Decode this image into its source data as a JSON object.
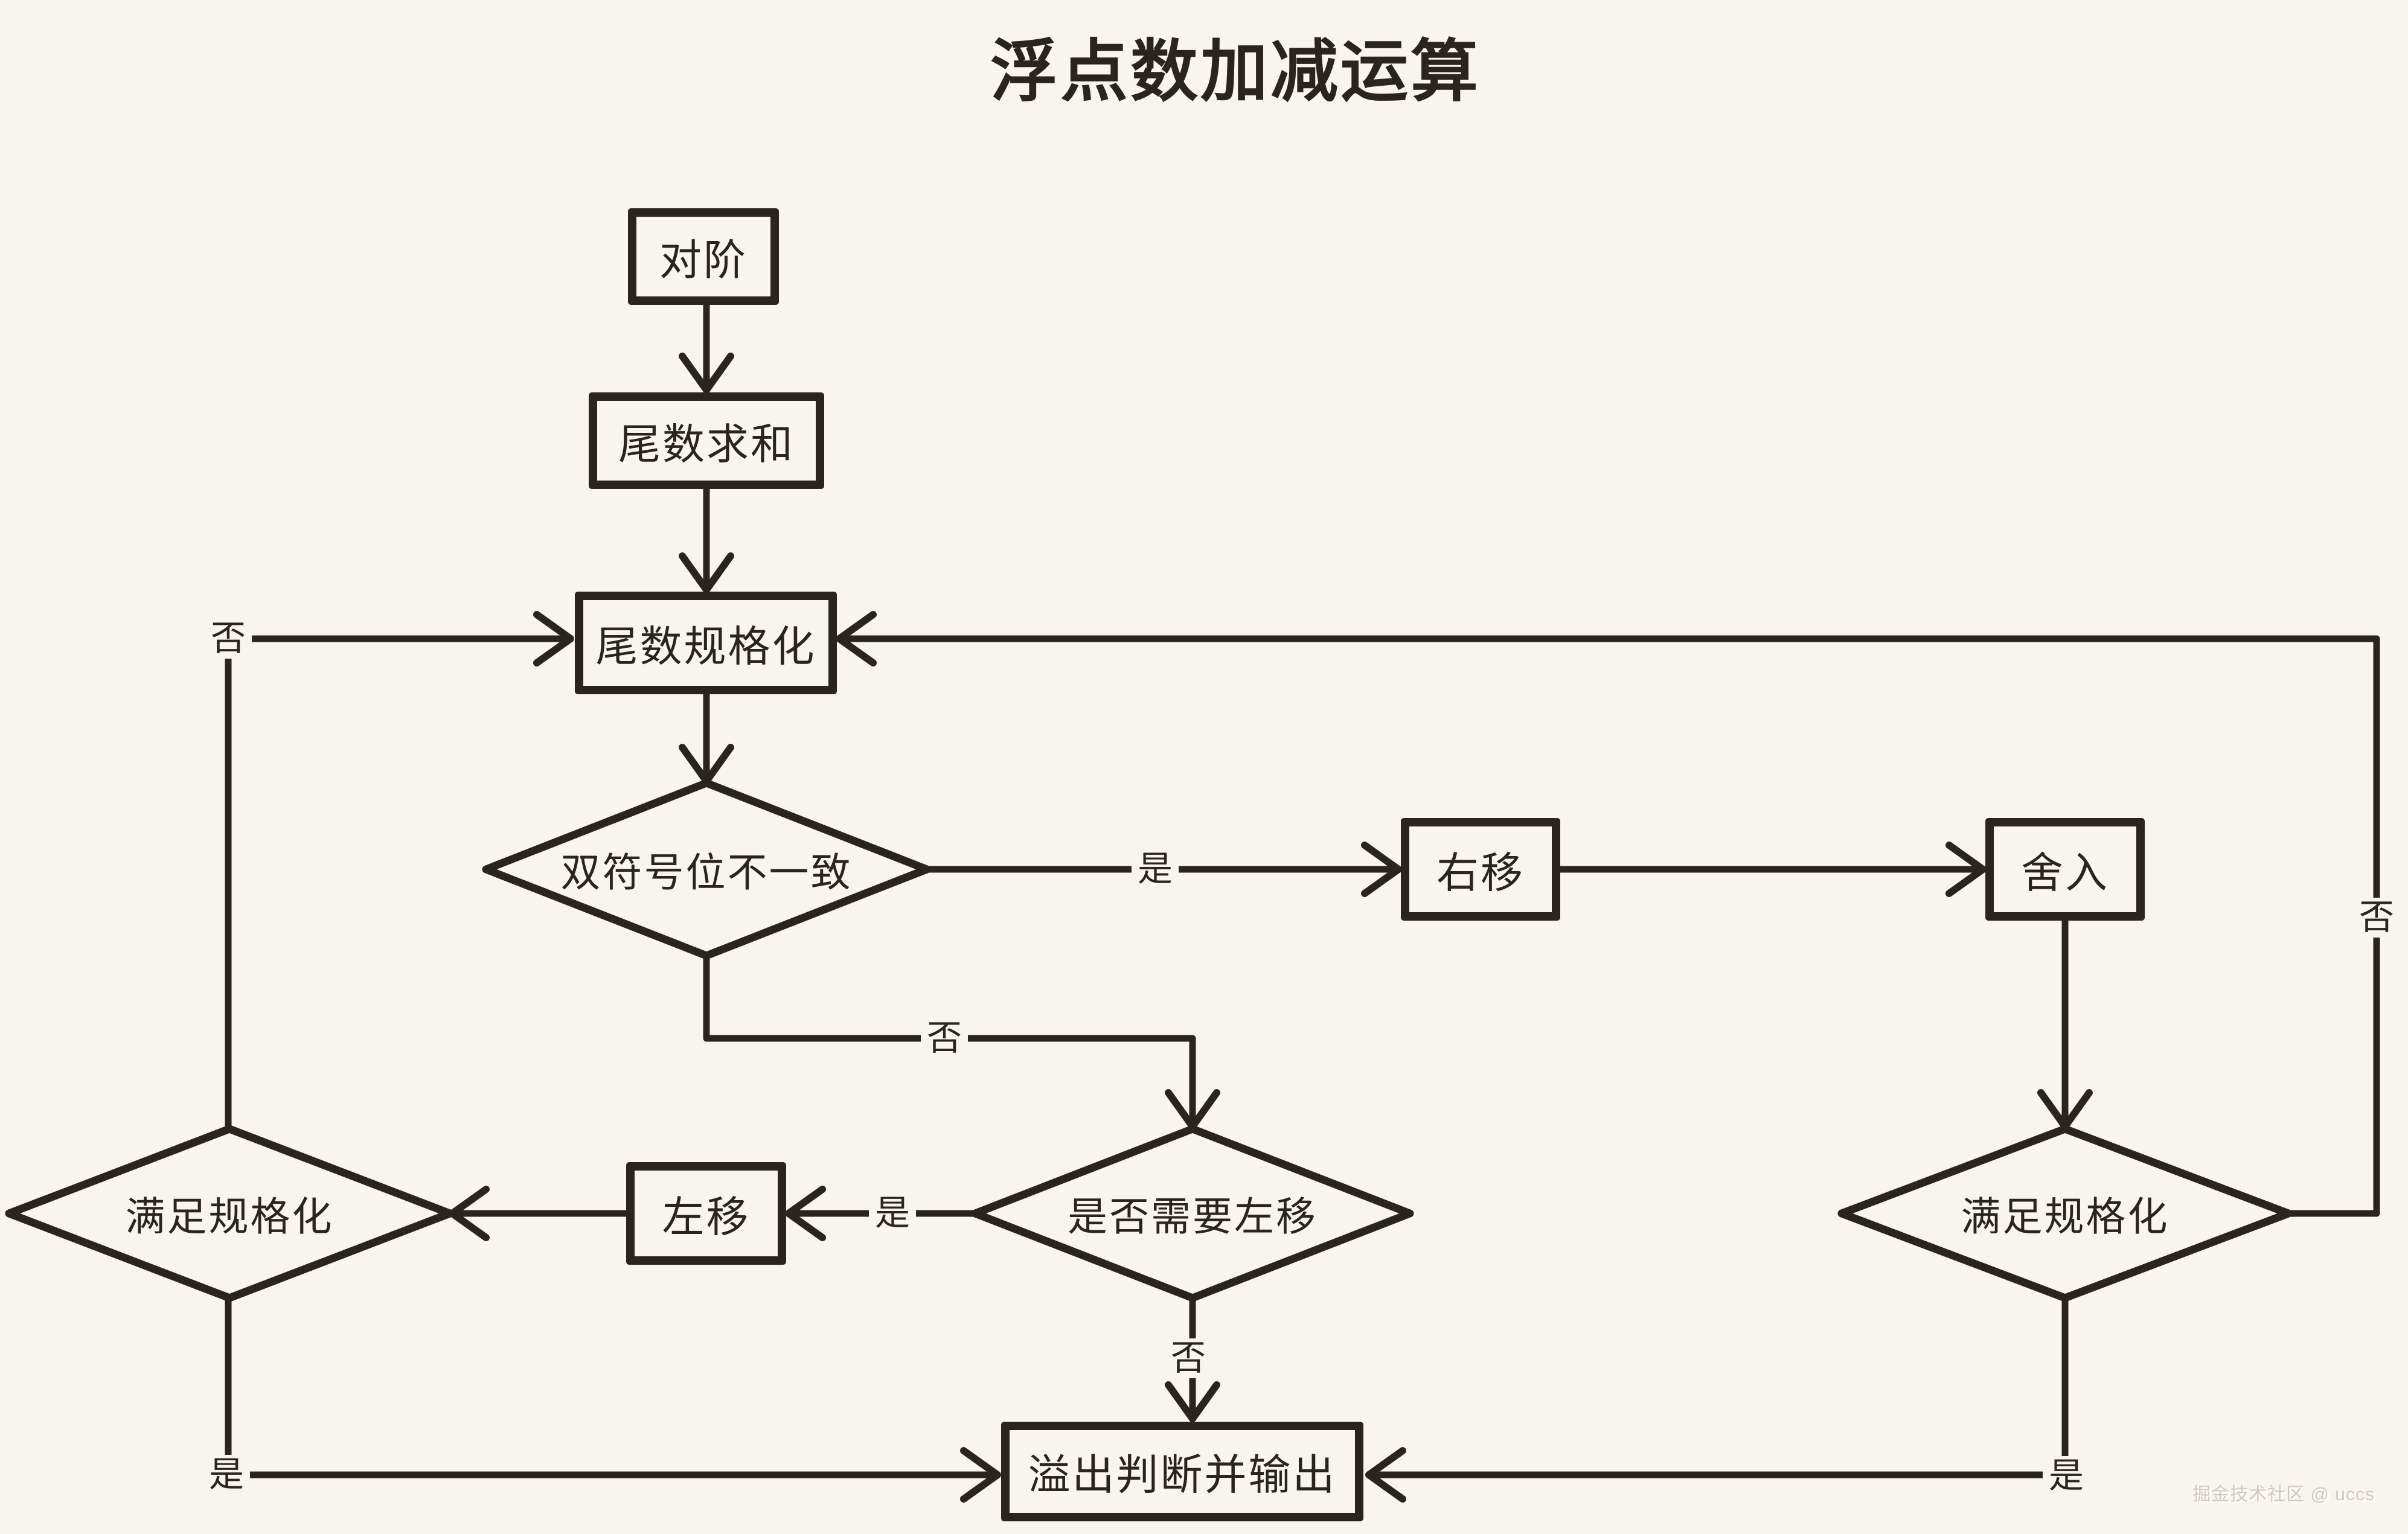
{
  "title": "浮点数加减运算",
  "nodes": {
    "align_exponent": {
      "label": "对阶"
    },
    "mantissa_sum": {
      "label": "尾数求和"
    },
    "mantissa_normalize": {
      "label": "尾数规格化"
    },
    "sign_bits_differ": {
      "label": "双符号位不一致"
    },
    "shift_right": {
      "label": "右移"
    },
    "rounding": {
      "label": "舍入"
    },
    "need_shift_left": {
      "label": "是否需要左移"
    },
    "shift_left": {
      "label": "左移"
    },
    "norm_check_left": {
      "label": "满足规格化"
    },
    "norm_check_right": {
      "label": "满足规格化"
    },
    "overflow_output": {
      "label": "溢出判断并输出"
    }
  },
  "edge_labels": {
    "sign_differ_yes": "是",
    "sign_differ_no": "否",
    "need_shift_left_yes": "是",
    "need_shift_left_no": "否",
    "norm_left_no": "否",
    "norm_left_yes": "是",
    "norm_right_no": "否",
    "norm_right_yes": "是"
  },
  "watermark": "掘金技术社区 @ uccs",
  "colors": {
    "background": "#f8f4ee",
    "ink": "#29241e",
    "watermark_text": "#cfc9c1"
  }
}
